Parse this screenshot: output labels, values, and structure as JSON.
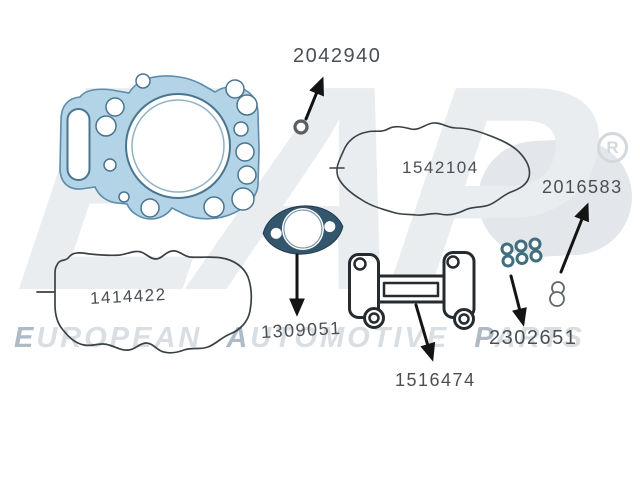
{
  "page": {
    "background": "#ffffff"
  },
  "brand": {
    "registered_mark": "R",
    "logo_text": "EAP",
    "watermark_words": [
      {
        "lead": "E",
        "rest": "UROPEAN"
      },
      {
        "lead": "A",
        "rest": "UTOMOTIVE"
      },
      {
        "lead": "P",
        "rest": "ARTS"
      }
    ]
  },
  "diagram": {
    "parts": [
      {
        "name": "sealing-washer",
        "number": "2042940"
      },
      {
        "name": "valve-cover-gasket",
        "number": "1542104"
      },
      {
        "name": "double-seal",
        "number": "2016583"
      },
      {
        "name": "lower-cover-gasket",
        "number": "1414422"
      },
      {
        "name": "exhaust-flange-gasket",
        "number": "1309051"
      },
      {
        "name": "manifold-gasket",
        "number": "1516474"
      },
      {
        "name": "grommet-set",
        "number": "2302651"
      }
    ],
    "unlabeled_parts": [
      {
        "name": "cylinder-head-gasket"
      }
    ]
  },
  "colors": {
    "head_gasket_fill": "#b3d4e6",
    "head_gasket_stroke": "#5e8cab",
    "flange_gasket_fill": "#33566d",
    "grommet_ring": "#3f6f7e",
    "outline_dark": "#3a4145",
    "arrow": "#141414",
    "label_text": "#4b4f53",
    "watermark_light": "#d9dee3",
    "watermark_accent": "#aebbc6",
    "registered_gray": "#d3d8dd"
  }
}
